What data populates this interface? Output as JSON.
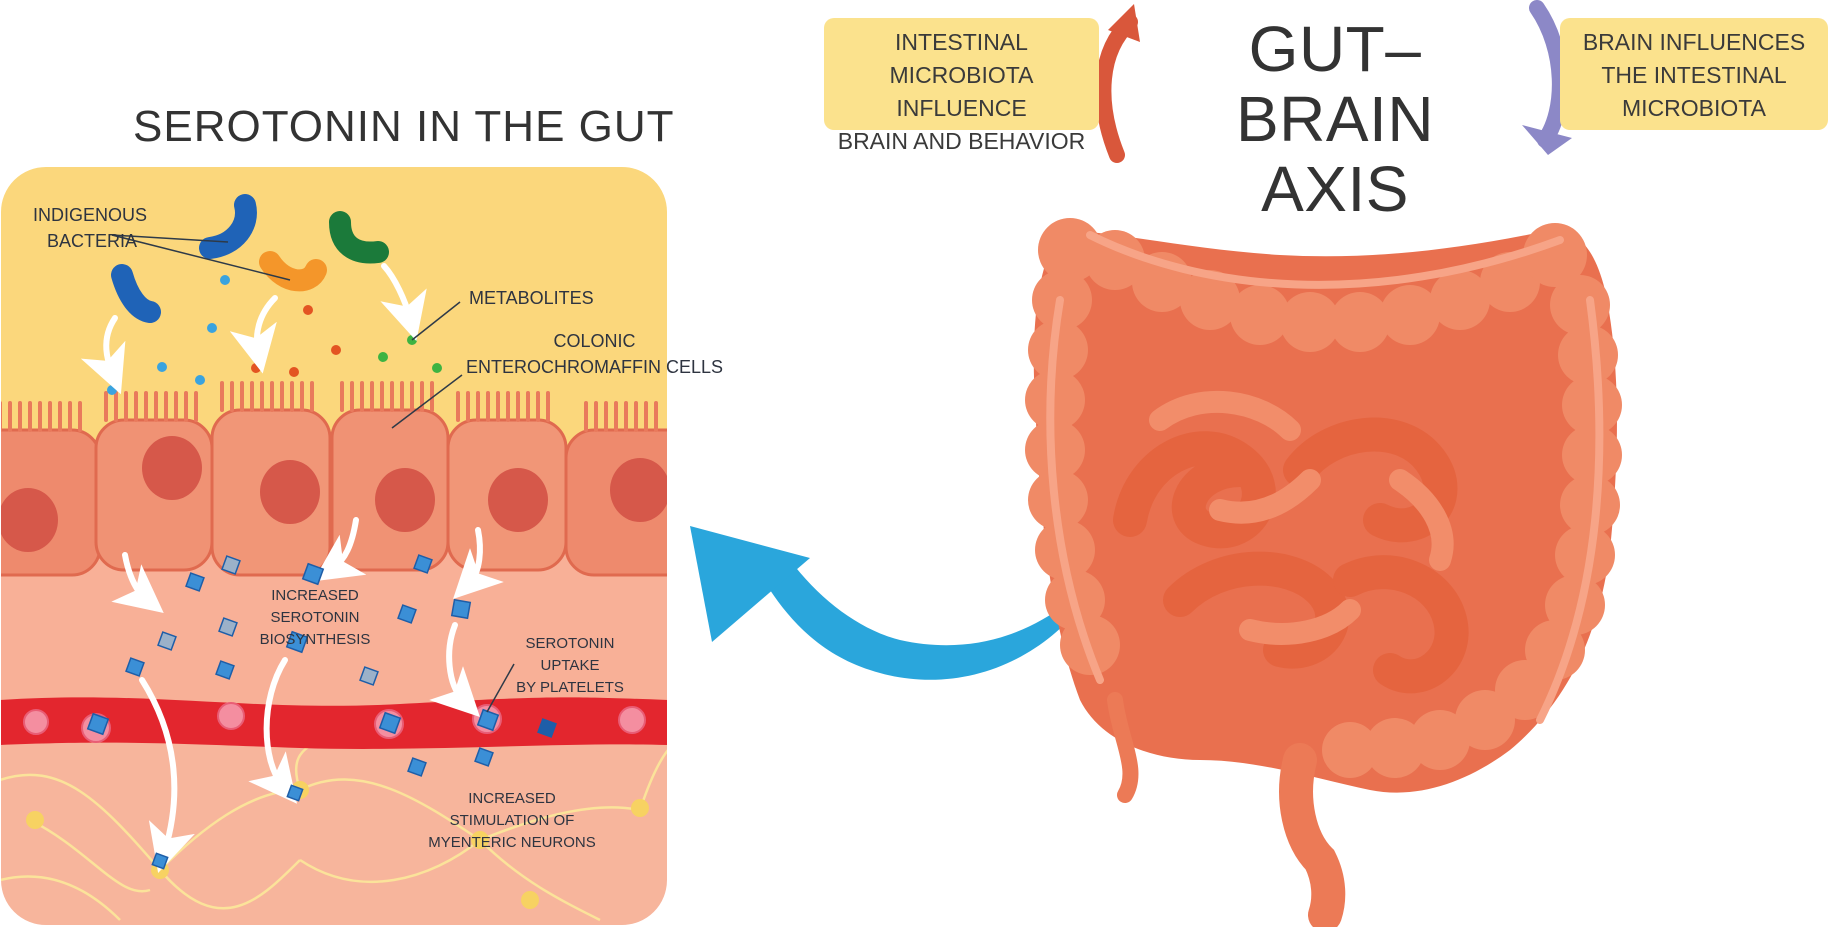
{
  "left_panel": {
    "title": "Serotonin in the gut",
    "labels": {
      "indigenous_bacteria_1": "Indigenous",
      "indigenous_bacteria_2": "bacteria",
      "metabolites": "Metabolites",
      "colonic_1": "Colonic",
      "colonic_2": "enterochromaffin cells",
      "biosynthesis_1": "Increased serotonin",
      "biosynthesis_2": "biosynthesis",
      "uptake_1": "Serotonin uptake",
      "uptake_2": "by platelets",
      "stimulation_1": "Increased stimulation of",
      "stimulation_2": "myenteric neurons"
    }
  },
  "right_panel": {
    "title_line1": "Gut–Brain",
    "title_line2": "Axis",
    "left_box": [
      "Intestinal microbiota",
      "influence",
      "brain and behavior"
    ],
    "right_box": [
      "Brain influences",
      "the intestinal",
      "microbiota"
    ]
  },
  "colors": {
    "yellow": "#fbe28d",
    "tissue": "#f6a68f",
    "cells": "#ee8064",
    "blood_vessel": "#e3262e",
    "red_arrow": "#d9573b",
    "purple_arrow": "#8c88c7",
    "blue_arrow": "#2aa6dc",
    "intestine": "#f08a66"
  }
}
